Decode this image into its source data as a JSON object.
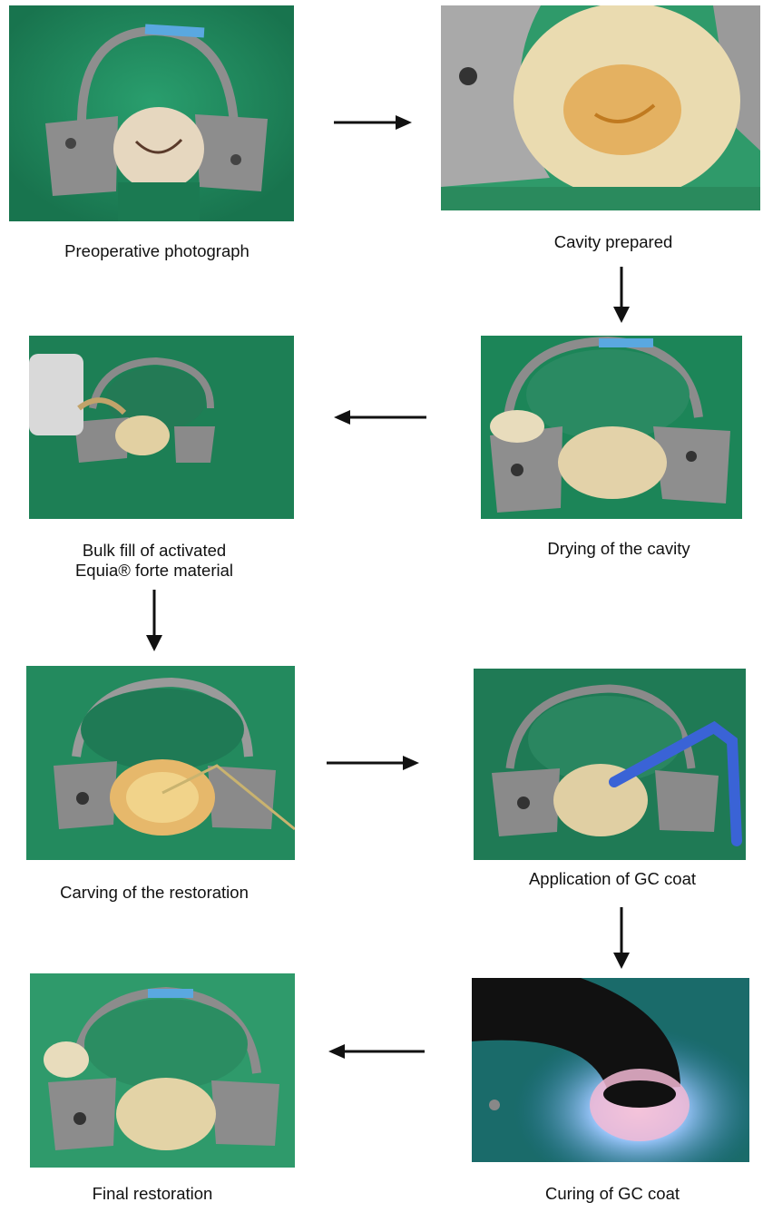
{
  "figure": {
    "steps": [
      {
        "caption": "Preoperative photograph"
      },
      {
        "caption": "Cavity prepared"
      },
      {
        "caption": "Bulk fill of activated\nEquia® forte material"
      },
      {
        "caption": "Drying of the cavity"
      },
      {
        "caption": "Carving of the restoration"
      },
      {
        "caption": "Application of GC coat"
      },
      {
        "caption": "Final restoration"
      },
      {
        "caption": "Curing of GC coat"
      }
    ],
    "flow_order": [
      "Preoperative photograph",
      "Cavity prepared",
      "Drying of the cavity",
      "Bulk fill of activated Equia® forte material",
      "Carving of the restoration",
      "Application of GC coat",
      "Curing of GC coat",
      "Final restoration"
    ]
  },
  "colors": {
    "dam_green": "#1f8a5e",
    "dam_green_dark": "#12603f",
    "metal": "#9a9a9a",
    "tooth": "#e8d6a8",
    "arrow": "#111111"
  }
}
